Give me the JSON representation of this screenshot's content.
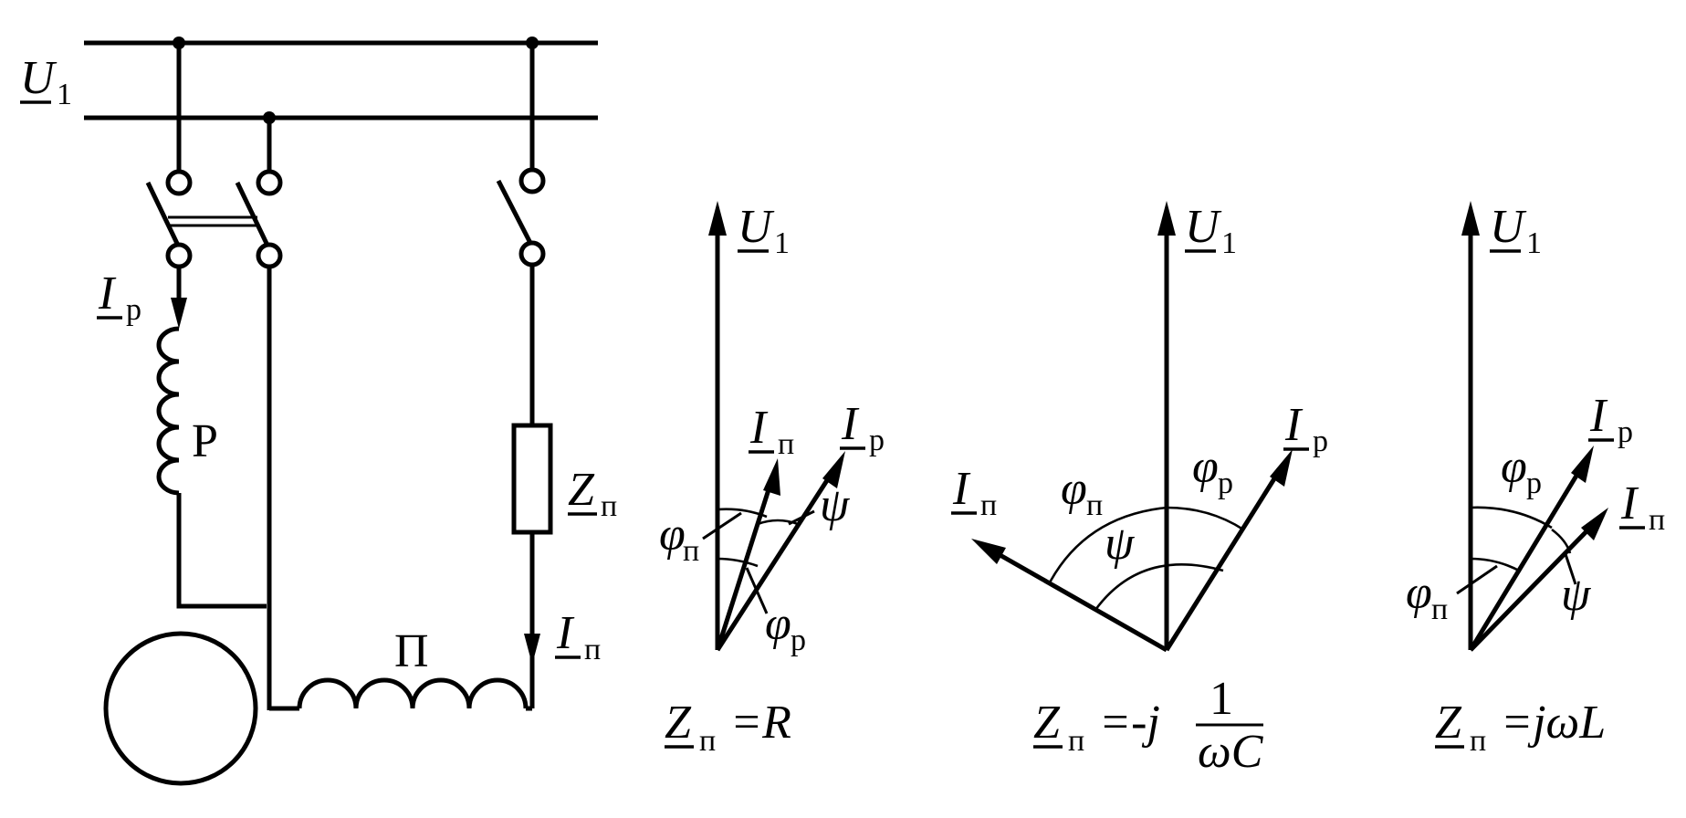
{
  "circuit": {
    "supply_voltage": {
      "main": "U",
      "sub": "1"
    },
    "relay_current": {
      "main": "I",
      "sub": "р"
    },
    "relay_label": "Р",
    "start_impedance": {
      "main": "Z",
      "sub": "п"
    },
    "start_current": {
      "main": "I",
      "sub": "п"
    },
    "start_winding_label": "П"
  },
  "phasors": [
    {
      "id": "resistive",
      "voltage": {
        "main": "U",
        "sub": "1"
      },
      "i_start": {
        "main": "I",
        "sub": "п"
      },
      "i_relay": {
        "main": "I",
        "sub": "р"
      },
      "phi_start": {
        "main": "φ",
        "sub": "п"
      },
      "phi_relay": {
        "main": "φ",
        "sub": "р"
      },
      "psi": "ψ",
      "formula": {
        "lhs": "Z",
        "sub": "п",
        "rhs": "=R"
      }
    },
    {
      "id": "capacitive",
      "voltage": {
        "main": "U",
        "sub": "1"
      },
      "i_start": {
        "main": "I",
        "sub": "п"
      },
      "i_relay": {
        "main": "I",
        "sub": "р"
      },
      "phi_start": {
        "main": "φ",
        "sub": "п"
      },
      "phi_relay": {
        "main": "φ",
        "sub": "р"
      },
      "psi": "ψ",
      "formula": {
        "lhs": "Z",
        "sub": "п",
        "rhs_prefix": "=-j",
        "numerator": "1",
        "denominator": "ωC"
      }
    },
    {
      "id": "inductive",
      "voltage": {
        "main": "U",
        "sub": "1"
      },
      "i_start": {
        "main": "I",
        "sub": "п"
      },
      "i_relay": {
        "main": "I",
        "sub": "р"
      },
      "phi_start": {
        "main": "φ",
        "sub": "п"
      },
      "phi_relay": {
        "main": "φ",
        "sub": "р"
      },
      "psi": "ψ",
      "formula": {
        "lhs": "Z",
        "sub": "п",
        "rhs": "=jωL"
      }
    }
  ]
}
